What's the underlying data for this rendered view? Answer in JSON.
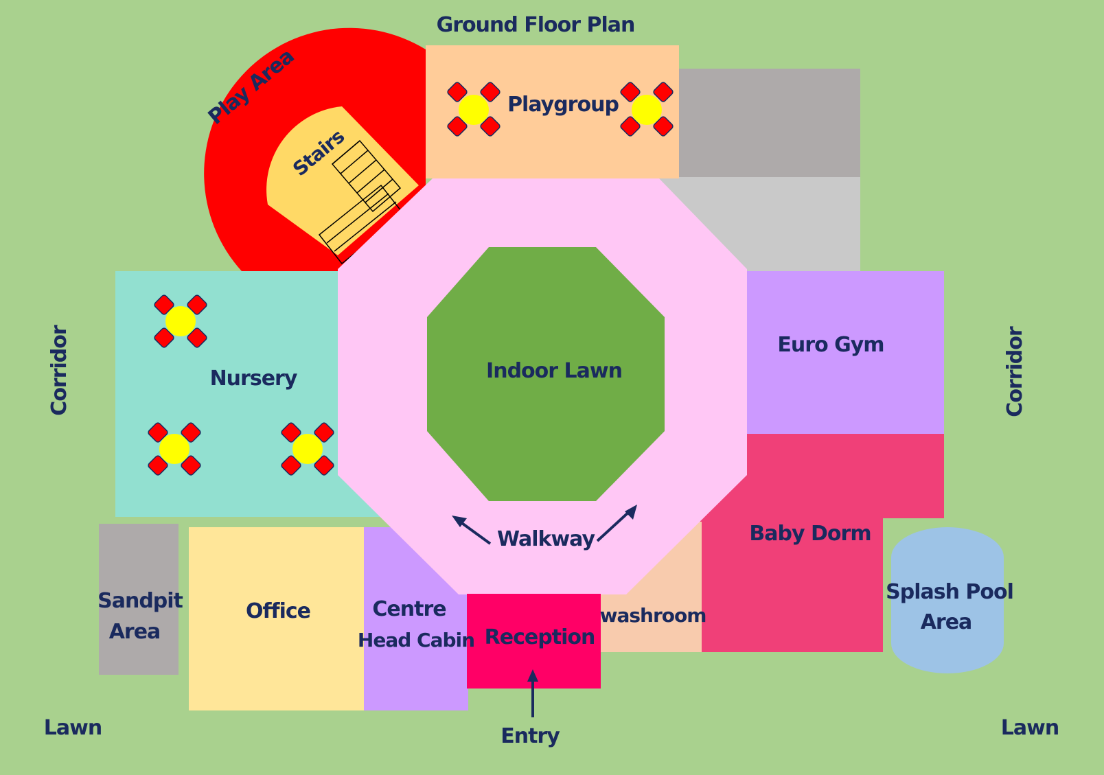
{
  "title": "Ground Floor Plan",
  "colors": {
    "lawn": "#a9d18e",
    "play_area": "#ff0000",
    "stairs": "#ffd966",
    "playgroup": "#ffcc99",
    "storage_dark": "#aeaaaa",
    "storage_light": "#c9c9c9",
    "walkway": "#ffc7f5",
    "indoor_lawn": "#70ad47",
    "nursery": "#92e0d0",
    "euro_gym": "#cc99ff",
    "baby_dorm": "#f04078",
    "splash_pool": "#9dc3e6",
    "sandpit": "#aeaaaa",
    "office": "#ffe699",
    "centre_head": "#cc99ff",
    "reception": "#ff0066",
    "washroom": "#f8cbad",
    "table": "#ffff00",
    "chair": "#ff0000",
    "text": "#1a2a5e"
  },
  "rooms": {
    "play_area": "Play Area",
    "stairs": "Stairs",
    "playgroup": "Playgroup",
    "indoor_lawn": "Indoor Lawn",
    "nursery": "Nursery",
    "euro_gym": "Euro Gym",
    "baby_dorm": "Baby Dorm",
    "walkway": "Walkway",
    "splash_pool_line1": "Splash Pool",
    "splash_pool_line2": "Area",
    "sandpit_line1": "Sandpit",
    "sandpit_line2": "Area",
    "office": "Office",
    "centre_head_line1": "Centre",
    "centre_head_line2": "Head Cabin",
    "reception": "Reception",
    "washroom": "washroom"
  },
  "outside": {
    "corridor_left": "Corridor",
    "corridor_right": "Corridor",
    "lawn_left": "Lawn",
    "lawn_right": "Lawn",
    "entry": "Entry"
  }
}
